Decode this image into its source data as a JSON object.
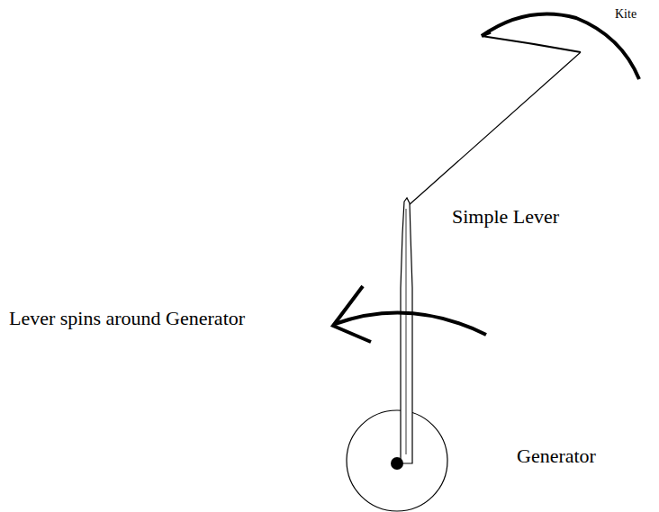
{
  "diagram": {
    "labels": [
      "Kite",
      "Simple Lever",
      "Lever spins around Generator",
      "Generator"
    ]
  }
}
